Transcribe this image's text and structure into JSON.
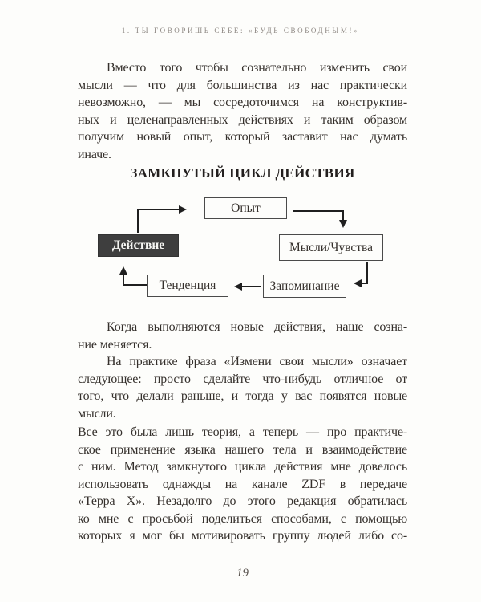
{
  "page": {
    "running_header": "1. ТЫ ГОВОРИШЬ СЕБЕ: «БУДЬ СВОБОДНЫМ!»",
    "page_number": "19"
  },
  "body": {
    "paragraphs": [
      {
        "indent": true,
        "justify_last": false,
        "lines": [
          "Вместо того чтобы сознательно изменить свои",
          "мысли — что для большинства из нас практически",
          "невозможно, — мы сосредоточимся на конструктив-",
          "ных и целенаправленных действиях и таким образом",
          "получим новый опыт, который заставит нас думать",
          "иначе."
        ]
      },
      {
        "indent": true,
        "justify_last": false,
        "lines": [
          "Когда выполняются новые действия, наше созна-",
          "ние меняется."
        ]
      },
      {
        "indent": true,
        "justify_last": false,
        "lines": [
          "На практике фраза «Измени свои мысли» означает",
          "следующее: просто сделайте что-нибудь отличное от",
          "того, что делали раньше, и тогда у вас появятся новые",
          "мысли."
        ]
      },
      {
        "indent": false,
        "justify_last": true,
        "lines": [
          "Все это была лишь теория, а теперь — про практиче-",
          "ское применение языка нашего тела и взаимодействие",
          "с ним. Метод замкнутого цикла действия мне довелось",
          "использовать однажды на канале ZDF в передаче",
          "«Терра Х». Незадолго до этого редакция обратилась",
          "ко мне с просьбой поделиться способами, с помощью",
          "которых я мог бы мотивировать группу людей либо со-"
        ]
      }
    ]
  },
  "diagram": {
    "title": "ЗАМКНУТЫЙ ЦИКЛ ДЕЙСТВИЯ",
    "nodes": {
      "experience": {
        "label": "Опыт",
        "highlight": false
      },
      "action": {
        "label": "Действие",
        "highlight": true
      },
      "thoughts_feelings": {
        "label": "Мысли/Чувства",
        "highlight": false
      },
      "tendency": {
        "label": "Тенденция",
        "highlight": false
      },
      "memorization": {
        "label": "Запоминание",
        "highlight": false
      }
    },
    "flow": [
      "Действие → Опыт",
      "Опыт → Мысли/Чувства",
      "Мысли/Чувства → Запоминание",
      "Запоминание → Тенденция",
      "Тенденция → Действие"
    ],
    "colors": {
      "highlight_box": "#3e3e3e",
      "box_border": "#4a4a4a",
      "arrow": "#1f1f1f"
    }
  }
}
